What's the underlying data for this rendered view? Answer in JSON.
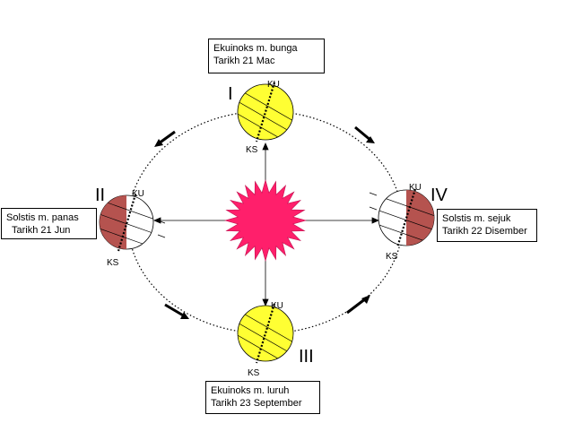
{
  "colors": {
    "sun": "#ff1f6b",
    "earth_lit": "#ffff33",
    "earth_dark": "#b5534f",
    "orbit": "#000000"
  },
  "positions": {
    "top": {
      "roman": "I",
      "pole_north": "KU",
      "pole_south": "KS",
      "caption_line1": "Ekuinoks m. bunga",
      "caption_line2": "Tarikh 21 Mac"
    },
    "left": {
      "roman": "II",
      "pole_north": "KU",
      "pole_south": "KS",
      "caption_line1": "Solstis m. panas",
      "caption_line2": "Tarikh 21 Jun"
    },
    "bottom": {
      "roman": "III",
      "pole_north": "KU",
      "pole_south": "KS",
      "caption_line1": "Ekuinoks m. luruh",
      "caption_line2": "Tarikh 23 September"
    },
    "right": {
      "roman": "IV",
      "pole_north": "KU",
      "pole_south": "KS",
      "caption_line1": "Solstis m. sejuk",
      "caption_line2": "Tarikh 22 Disember"
    }
  }
}
